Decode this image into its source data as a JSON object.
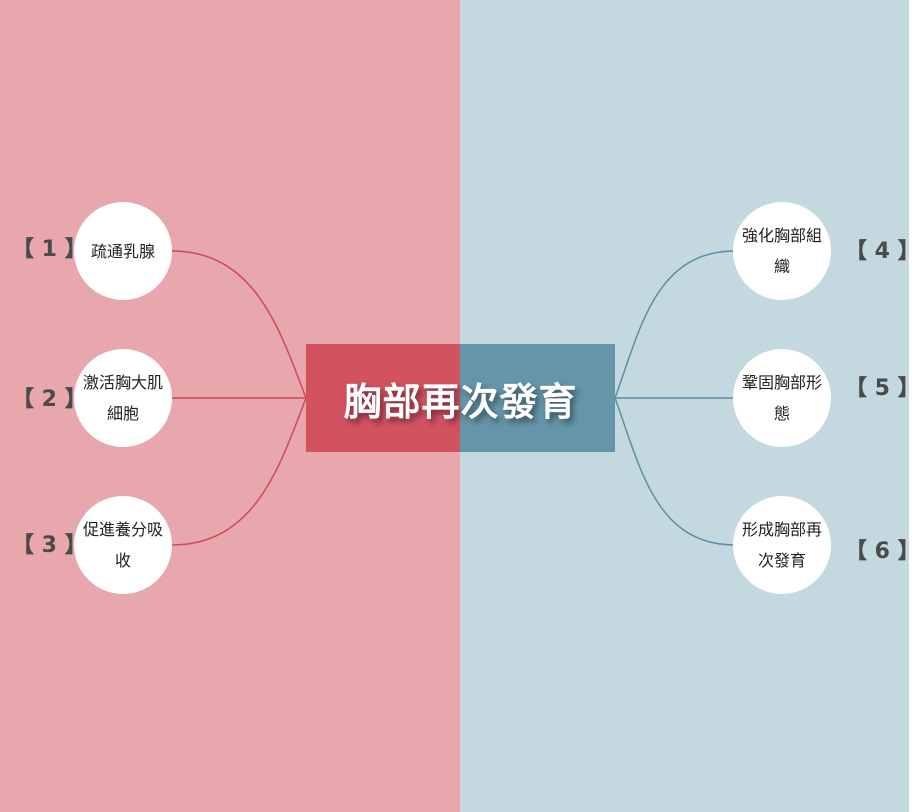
{
  "colors": {
    "left_bg": "#e8a6ad",
    "right_bg": "#c3d9df",
    "center_left": "#d25260",
    "center_right": "#6595a8",
    "left_line": "#cf4a58",
    "right_line": "#5c8ea4"
  },
  "center": {
    "title": "胸部再次發育"
  },
  "nodes": [
    {
      "label": "疏通乳腺",
      "number": "【 1 】"
    },
    {
      "label": "激活胸大肌細胞",
      "number": "【 2 】"
    },
    {
      "label": "促進養分吸收",
      "number": "【 3 】"
    },
    {
      "label": "強化胸部組織",
      "number": "【 4 】"
    },
    {
      "label": "鞏固胸部形態",
      "number": "【 5 】"
    },
    {
      "label": "形成胸部再次發育",
      "number": "【 6 】"
    }
  ]
}
